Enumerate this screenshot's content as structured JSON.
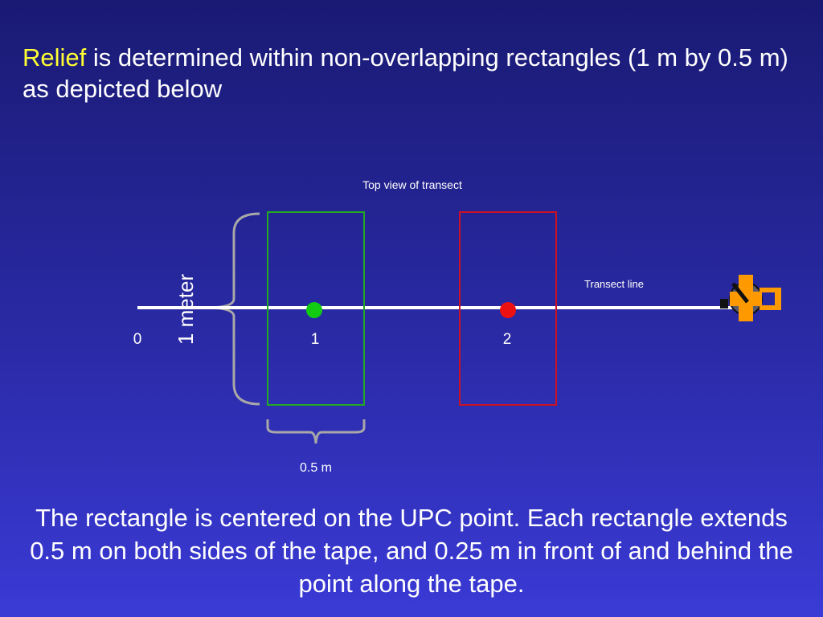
{
  "slide": {
    "title_highlight": "Relief",
    "title_rest": " is determined within non-overlapping rectangles (1 m by 0.5 m) as depicted below",
    "caption": "The rectangle is centered on the UPC point.  Each rectangle extends 0.5 m on both sides of the tape, and 0.25 m in front of and behind the point along the tape."
  },
  "diagram": {
    "heading": "Top view of transect",
    "transect_label": "Transect line",
    "height_label": "1 meter",
    "width_label": "0.5 m",
    "tick_start": "0",
    "point1_label": "1",
    "point2_label": "2"
  },
  "colors": {
    "highlight": "#ffff33",
    "rect1": "#22aa22",
    "rect2": "#cc1122",
    "point1": "#11cc11",
    "point2": "#ee1111",
    "tape_reel": "#ff9900",
    "bracket": "#a8a8a8",
    "line": "#ffffff"
  },
  "icons": {
    "tape_reel": "tape-reel-icon"
  }
}
